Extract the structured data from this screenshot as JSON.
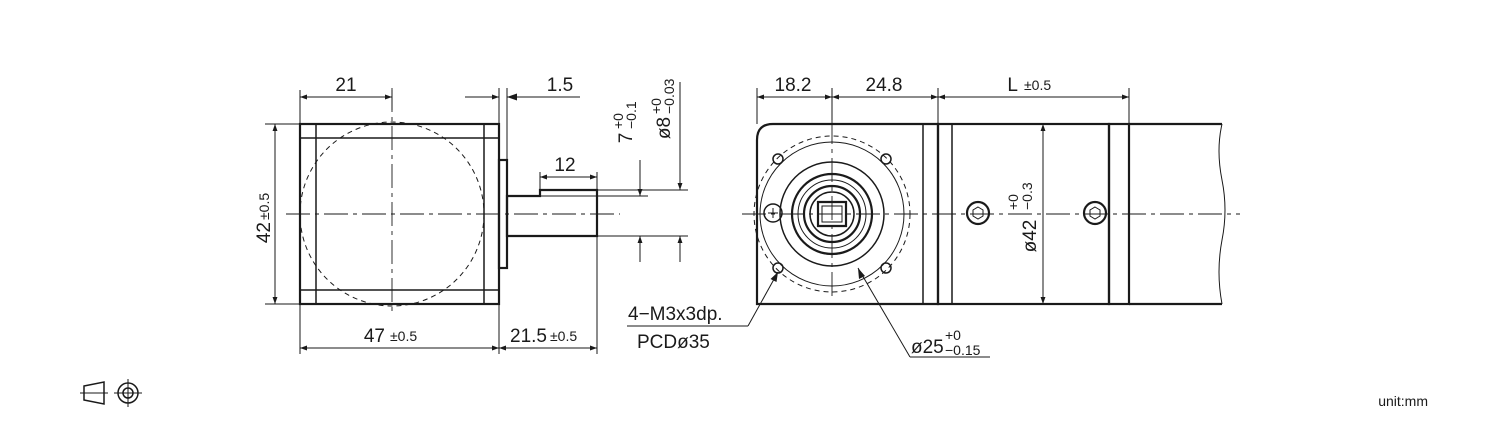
{
  "unit_label": "unit:mm",
  "front_view": {
    "dim_width_top": "21",
    "dim_flange": "1.5",
    "dim_key_length": "12",
    "dim_height": "42",
    "dim_height_tol": "±0.5",
    "dim_body_length": "47",
    "dim_body_length_tol": "±0.5",
    "dim_shaft_length": "21.5",
    "dim_shaft_length_tol": "±0.5",
    "dim_key_height": "7",
    "dim_key_height_tol_upper": "+0",
    "dim_key_height_tol_lower": "−0.1",
    "dim_shaft_dia": "ø8",
    "dim_shaft_dia_tol_upper": "+0",
    "dim_shaft_dia_tol_lower": "−0.03"
  },
  "side_view": {
    "dim_a": "18.2",
    "dim_b": "24.8",
    "dim_l": "L",
    "dim_l_tol": "±0.5",
    "dim_motor_dia": "ø42",
    "dim_motor_dia_tol_upper": "+0",
    "dim_motor_dia_tol_lower": "−0.3",
    "note_holes_line1": "4−M3x3dp.",
    "note_holes_line2": "PCDø35",
    "dim_pilot_dia": "ø25",
    "dim_pilot_dia_tol_upper": "+0",
    "dim_pilot_dia_tol_lower": "−0.15"
  },
  "symbols": {
    "projection_icon": "first-angle-projection-icon"
  }
}
